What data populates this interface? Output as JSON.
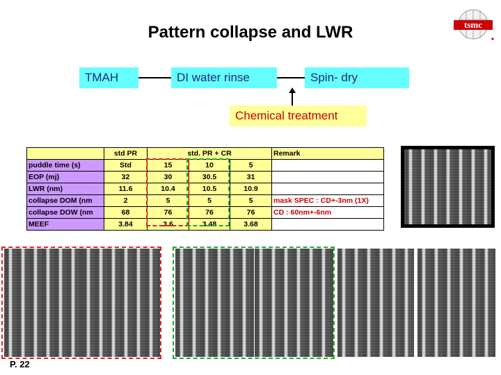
{
  "title": "Pattern collapse and LWR",
  "logo": {
    "text": "tsmc"
  },
  "flow": {
    "step1": "TMAH",
    "step2": "DI water rinse",
    "step3": "Spin- dry",
    "step4": "Chemical treatment"
  },
  "table": {
    "headers": [
      "",
      "std PR",
      "std. PR + CR",
      "Remark"
    ],
    "rows": [
      {
        "label": "puddle time (s)",
        "std": "Std",
        "cr": [
          "15",
          "10",
          "5"
        ],
        "remark": ""
      },
      {
        "label": "EOP (mj)",
        "std": "32",
        "cr": [
          "30",
          "30.5",
          "31"
        ],
        "remark": ""
      },
      {
        "label": "LWR (nm)",
        "std": "11.6",
        "cr": [
          "10.4",
          "10.5",
          "10.9"
        ],
        "remark": ""
      },
      {
        "label": "collapse DOM (nm",
        "std": "2",
        "cr": [
          "5",
          "5",
          "5"
        ],
        "remark": "mask SPEC : CD+-3nm (1X)"
      },
      {
        "label": "collapse DOW (nm",
        "std": "68",
        "cr": [
          "76",
          "76",
          "76"
        ],
        "remark": "CD : 60nm+-6nm"
      },
      {
        "label": "MEEF",
        "std": "3.84",
        "cr": [
          "3.6",
          "3.48",
          "3.68"
        ],
        "remark": ""
      }
    ]
  },
  "page_number": "P. 22"
}
